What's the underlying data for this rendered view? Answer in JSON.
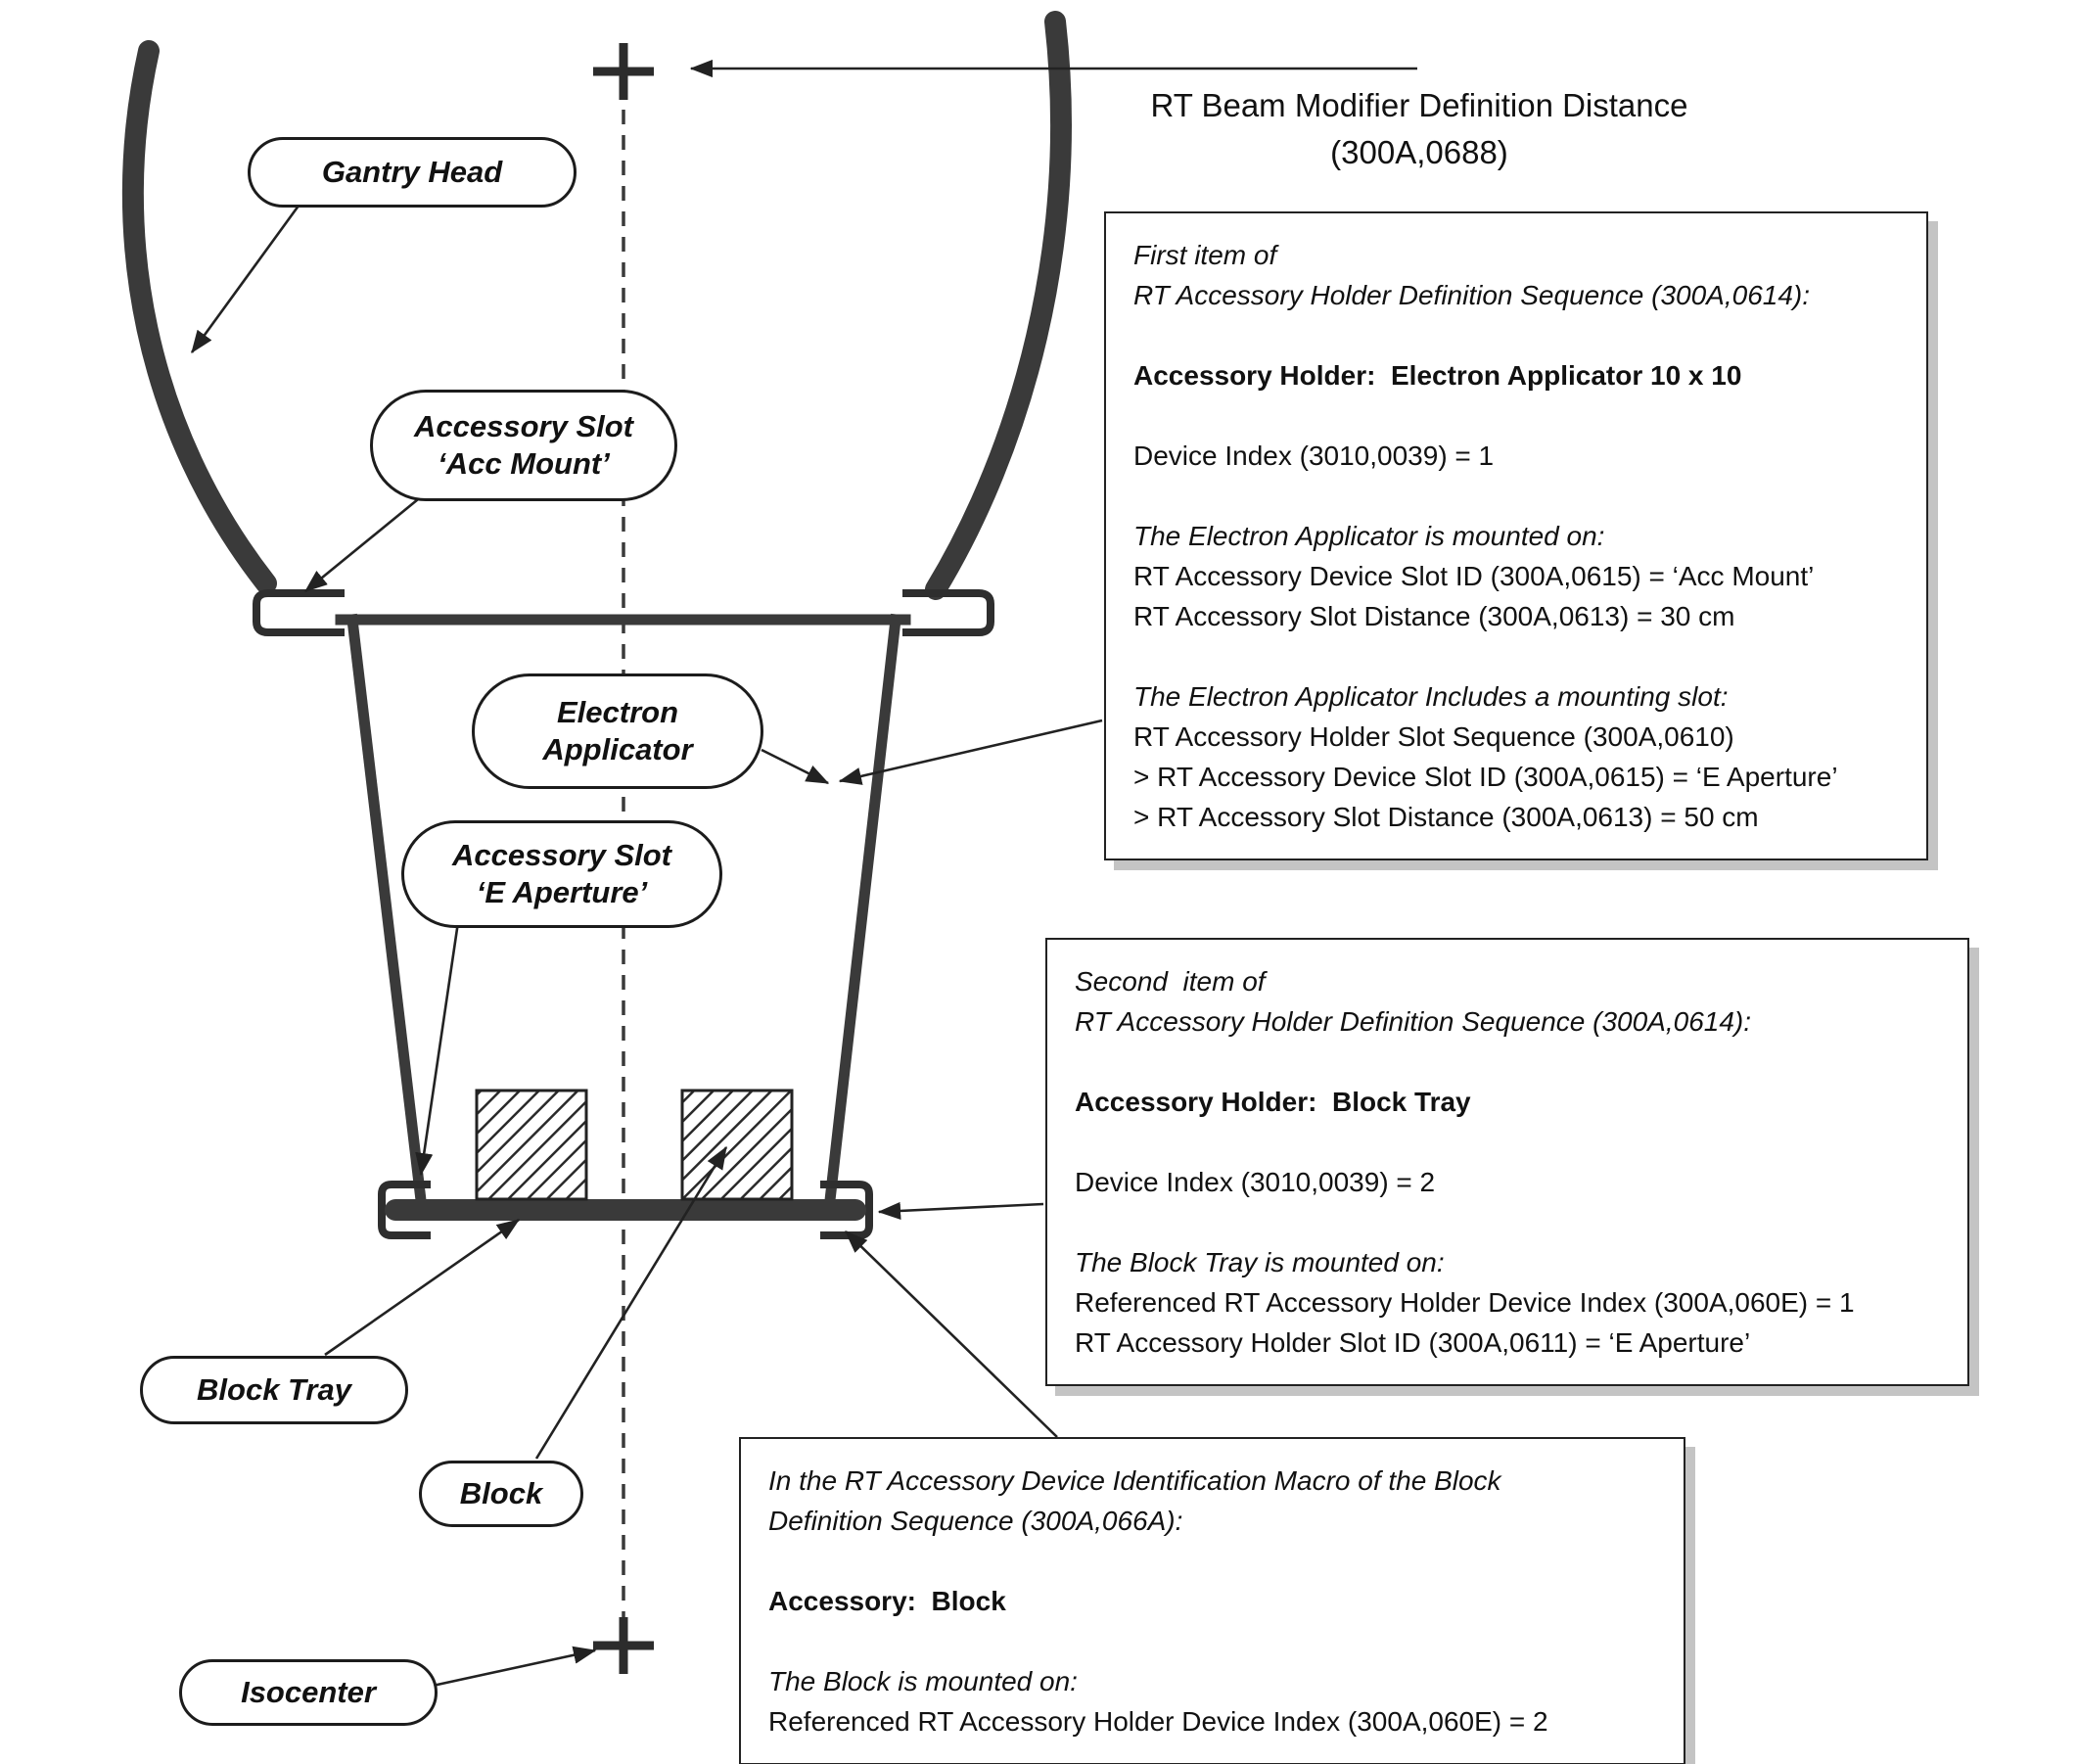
{
  "top_annotation": {
    "line1": "RT Beam Modifier Definition Distance",
    "line2": "(300A,0688)"
  },
  "labels": {
    "gantry_head": "Gantry Head",
    "acc_slot_mount_line1": "Accessory Slot",
    "acc_slot_mount_line2": "‘Acc Mount’",
    "electron_applicator_line1": "Electron",
    "electron_applicator_line2": "Applicator",
    "acc_slot_aperture_line1": "Accessory Slot",
    "acc_slot_aperture_line2": "‘E Aperture’",
    "block_tray": "Block Tray",
    "block": "Block",
    "isocenter": "Isocenter"
  },
  "boxes": {
    "first": {
      "lines": [
        "First item of",
        "RT Accessory Holder Definition Sequence (300A,0614):",
        "",
        "Accessory Holder:  Electron Applicator 10 x 10",
        "",
        "Device Index (3010,0039) = 1",
        "",
        "The Electron Applicator is mounted on:",
        "RT Accessory Device Slot ID (300A,0615) = ‘Acc Mount’",
        "RT Accessory Slot Distance (300A,0613) = 30 cm",
        "",
        "The Electron Applicator Includes a mounting slot:",
        "RT Accessory Holder Slot Sequence (300A,0610)",
        "> RT Accessory Device Slot ID (300A,0615) = ‘E Aperture’",
        "> RT Accessory Slot Distance (300A,0613) = 50 cm"
      ]
    },
    "second": {
      "lines": [
        "Second  item of",
        "RT Accessory Holder Definition Sequence (300A,0614):",
        "",
        "Accessory Holder:  Block Tray",
        "",
        "Device Index (3010,0039) = 2",
        "",
        "The Block Tray is mounted on:",
        "Referenced RT Accessory Holder Device Index (300A,060E) = 1",
        "RT Accessory Holder Slot ID (300A,0611) = ‘E Aperture’"
      ]
    },
    "third": {
      "lines": [
        "In the RT Accessory Device Identification Macro of the Block",
        "Definition Sequence (300A,066A):",
        "",
        "Accessory:  Block",
        "",
        "The Block is mounted on:",
        "Referenced RT Accessory Holder Device Index (300A,060E) = 2"
      ]
    }
  },
  "colors": {
    "diagram_stroke": "#3a3a3a",
    "box_border": "#222222",
    "shadow": "#c4c4c4",
    "background": "#ffffff"
  }
}
